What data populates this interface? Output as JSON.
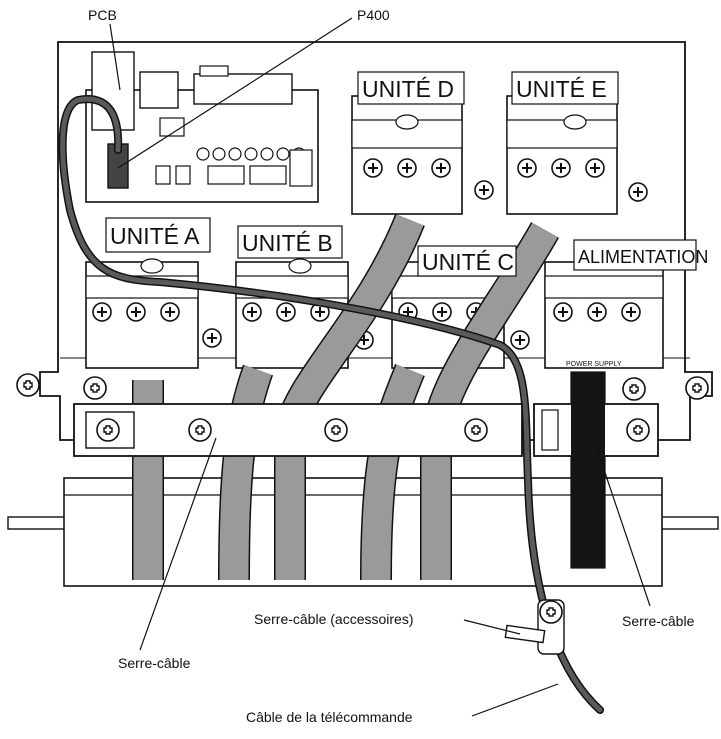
{
  "callouts": {
    "pcb": "PCB",
    "p400": "P400",
    "clamp_left": "Serre-câble",
    "clamp_right": "Serre-câble",
    "clamp_accessory": "Serre-câble (accessoires)",
    "remote_cable": "Câble de la télécommande"
  },
  "terminals": {
    "unit_a": "UNITÉ A",
    "unit_b": "UNITÉ B",
    "unit_c": "UNITÉ C",
    "unit_d": "UNITÉ D",
    "unit_e": "UNITÉ E",
    "power": "ALIMENTATION"
  },
  "block_marks": {
    "power_supply": "POWER SUPPLY"
  },
  "colors": {
    "outline": "#111111",
    "cable_grey": "#9a9a9a",
    "power_cable": "#151515",
    "remote_cable": "#5a5a5a",
    "panel": "#ffffff"
  }
}
